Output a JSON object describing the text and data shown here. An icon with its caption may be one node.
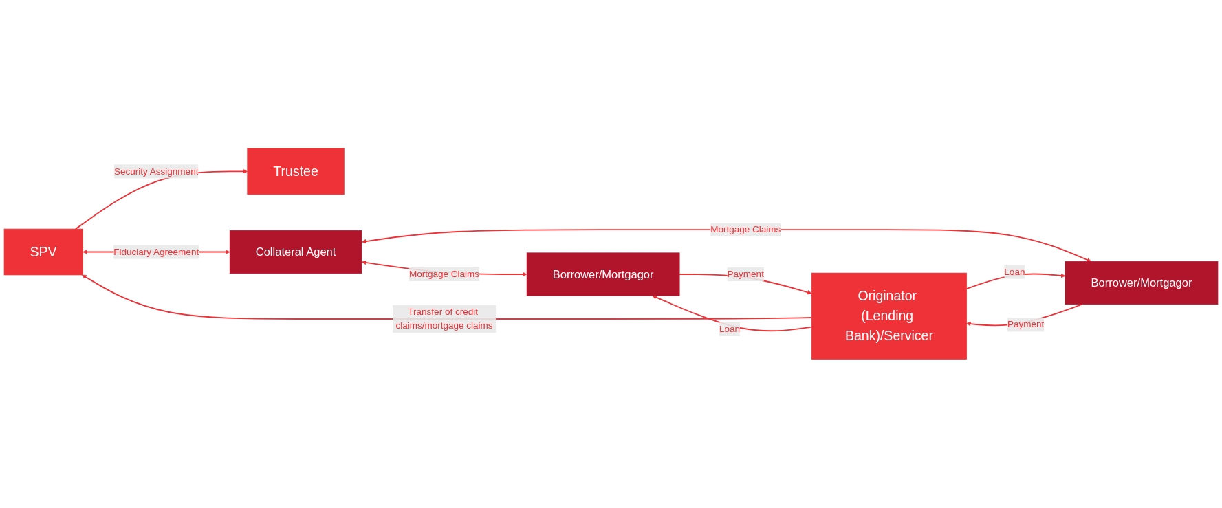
{
  "diagram": {
    "nodes": [
      {
        "text": [
          "Trustee"
        ]
      },
      {
        "text": [
          "SPV"
        ]
      },
      {
        "text": [
          "Collateral Agent"
        ]
      },
      {
        "text": [
          "Borrower/Mortgagor"
        ]
      },
      {
        "text": [
          "Borrower/Mortgagor"
        ]
      },
      {
        "text": [
          "Originator (Lending Bank)/Servicer"
        ]
      }
    ],
    "edges": [
      {
        "from": 1,
        "to": 0,
        "arrow": "to",
        "label": "Security Assignment"
      },
      {
        "from": 1,
        "to": 2,
        "arrow": "both",
        "label": "Fiduciary Agreement"
      },
      {
        "from": 2,
        "to": 3,
        "arrow": "both",
        "label": "Mortgage Claims"
      },
      {
        "from": 2,
        "to": 4,
        "arrow": "both",
        "label": "Mortgage Claims"
      },
      {
        "from": 5,
        "to": 1,
        "arrow": "to",
        "label": "Transfer of credit claims/mortgage claims"
      },
      {
        "from": 5,
        "to": 3,
        "arrow": "to",
        "label": "Loan"
      },
      {
        "from": 3,
        "to": 5,
        "arrow": "to",
        "label": "Payment"
      },
      {
        "from": 5,
        "to": 4,
        "arrow": "to",
        "label": "Loan"
      },
      {
        "from": 4,
        "to": 5,
        "arrow": "to",
        "label": "Payment"
      }
    ]
  }
}
